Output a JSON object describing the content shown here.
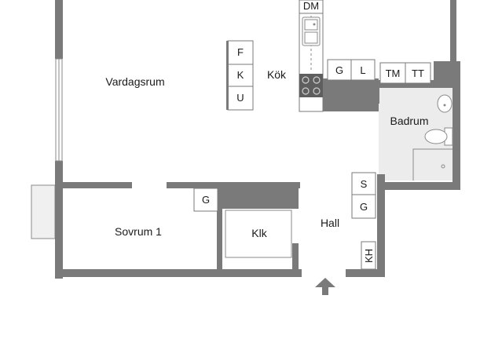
{
  "rooms": {
    "vardagsrum": "Vardagsrum",
    "kok": "Kök",
    "badrum": "Badrum",
    "sovrum": "Sovrum 1",
    "klk": "Klk",
    "hall": "Hall"
  },
  "fixtures": {
    "dm": "DM",
    "f": "F",
    "k": "K",
    "u": "U",
    "g_kitchen": "G",
    "l": "L",
    "tm": "TM",
    "tt": "TT",
    "g_bedroom": "G",
    "s": "S",
    "g_hall": "G",
    "kh": "KH"
  },
  "colors": {
    "wall": "#7a7a7a",
    "bathroom_floor": "#ececec"
  },
  "icons": {
    "entrance": "entrance-arrow-icon"
  }
}
